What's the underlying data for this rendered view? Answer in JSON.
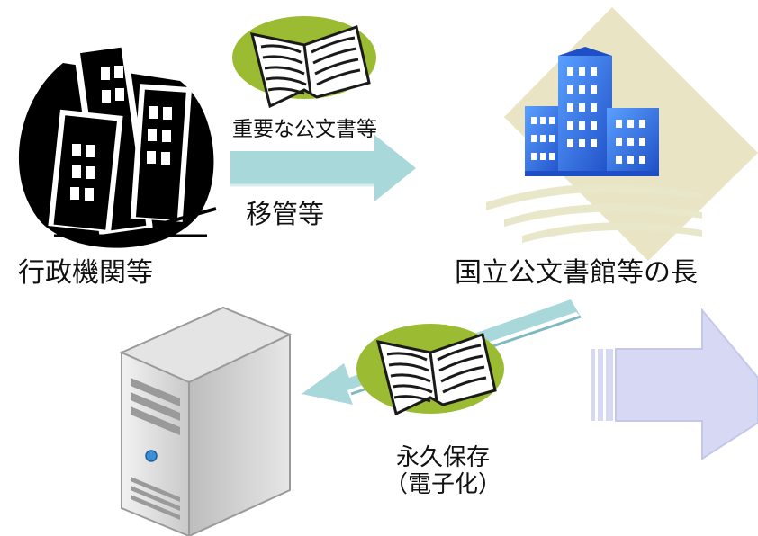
{
  "labels": {
    "important_docs": "重要な公文書等",
    "transfer": "移管等",
    "gov_agencies": "行政機関等",
    "archives_head": "国立公文書館等の長",
    "permanent_storage": "永久保存",
    "digitization": "（電子化）"
  },
  "icons": {
    "gov": "office-buildings-icon",
    "archives": "blue-building-icon",
    "server": "server-tower-icon",
    "book": "open-book-icon",
    "transfer_arrow": "arrow-right-icon",
    "storage_arrow": "arrow-down-left-icon",
    "next_arrow": "block-arrow-right-icon"
  },
  "colors": {
    "arrow_blue": "#a9d8db",
    "arrow_purple": "#d7d9f4",
    "book_oval": "#9bbb33",
    "building_blue": "#2f6fe0",
    "diamond": "#e8e4c4"
  }
}
